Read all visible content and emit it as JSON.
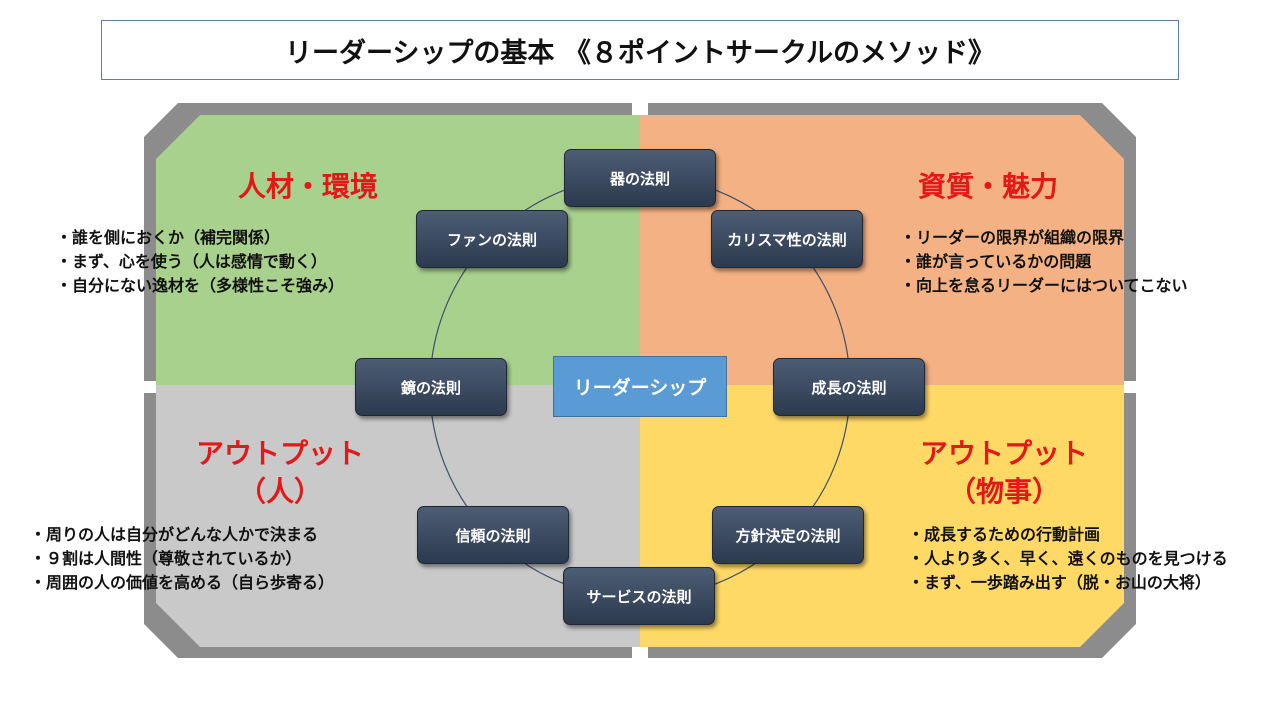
{
  "title": "リーダーシップの基本 《８ポイントサークルのメソッド》",
  "center": "リーダーシップ",
  "quadrants": {
    "top_left": {
      "title": "人材・環境",
      "color": "#a9d18e",
      "bullets": [
        "・誰を側におくか（補完関係）",
        "・まず、心を使う（人は感情で動く）",
        "・自分にない逸材を（多様性こそ強み）"
      ]
    },
    "top_right": {
      "title": "資質・魅力",
      "color": "#f4b183",
      "bullets": [
        "・リーダーの限界が組織の限界",
        "・誰が言っているかの問題",
        "・向上を怠るリーダーにはついてこない"
      ]
    },
    "bottom_left": {
      "title_line1": "アウトプット",
      "title_line2": "（人）",
      "color": "#c9c9c9",
      "bullets": [
        "・周りの人は自分がどんな人かで決まる",
        "・９割は人間性（尊敬されているか）",
        "・周囲の人の価値を高める（自ら歩寄る）"
      ]
    },
    "bottom_right": {
      "title_line1": "アウトプット",
      "title_line2": "（物事）",
      "color": "#ffd966",
      "bullets": [
        "・成長するための行動計画",
        "・人より多く、早く、遠くのものを見つける",
        "・まず、一歩踏み出す（脱・お山の大将）"
      ]
    }
  },
  "laws": {
    "top": "器の法則",
    "top_right": "カリスマ性の法則",
    "right": "成長の法則",
    "bottom_right": "方針決定の法則",
    "bottom": "サービスの法則",
    "bottom_left": "信頼の法則",
    "left": "鏡の法則",
    "top_left": "ファンの法則"
  }
}
